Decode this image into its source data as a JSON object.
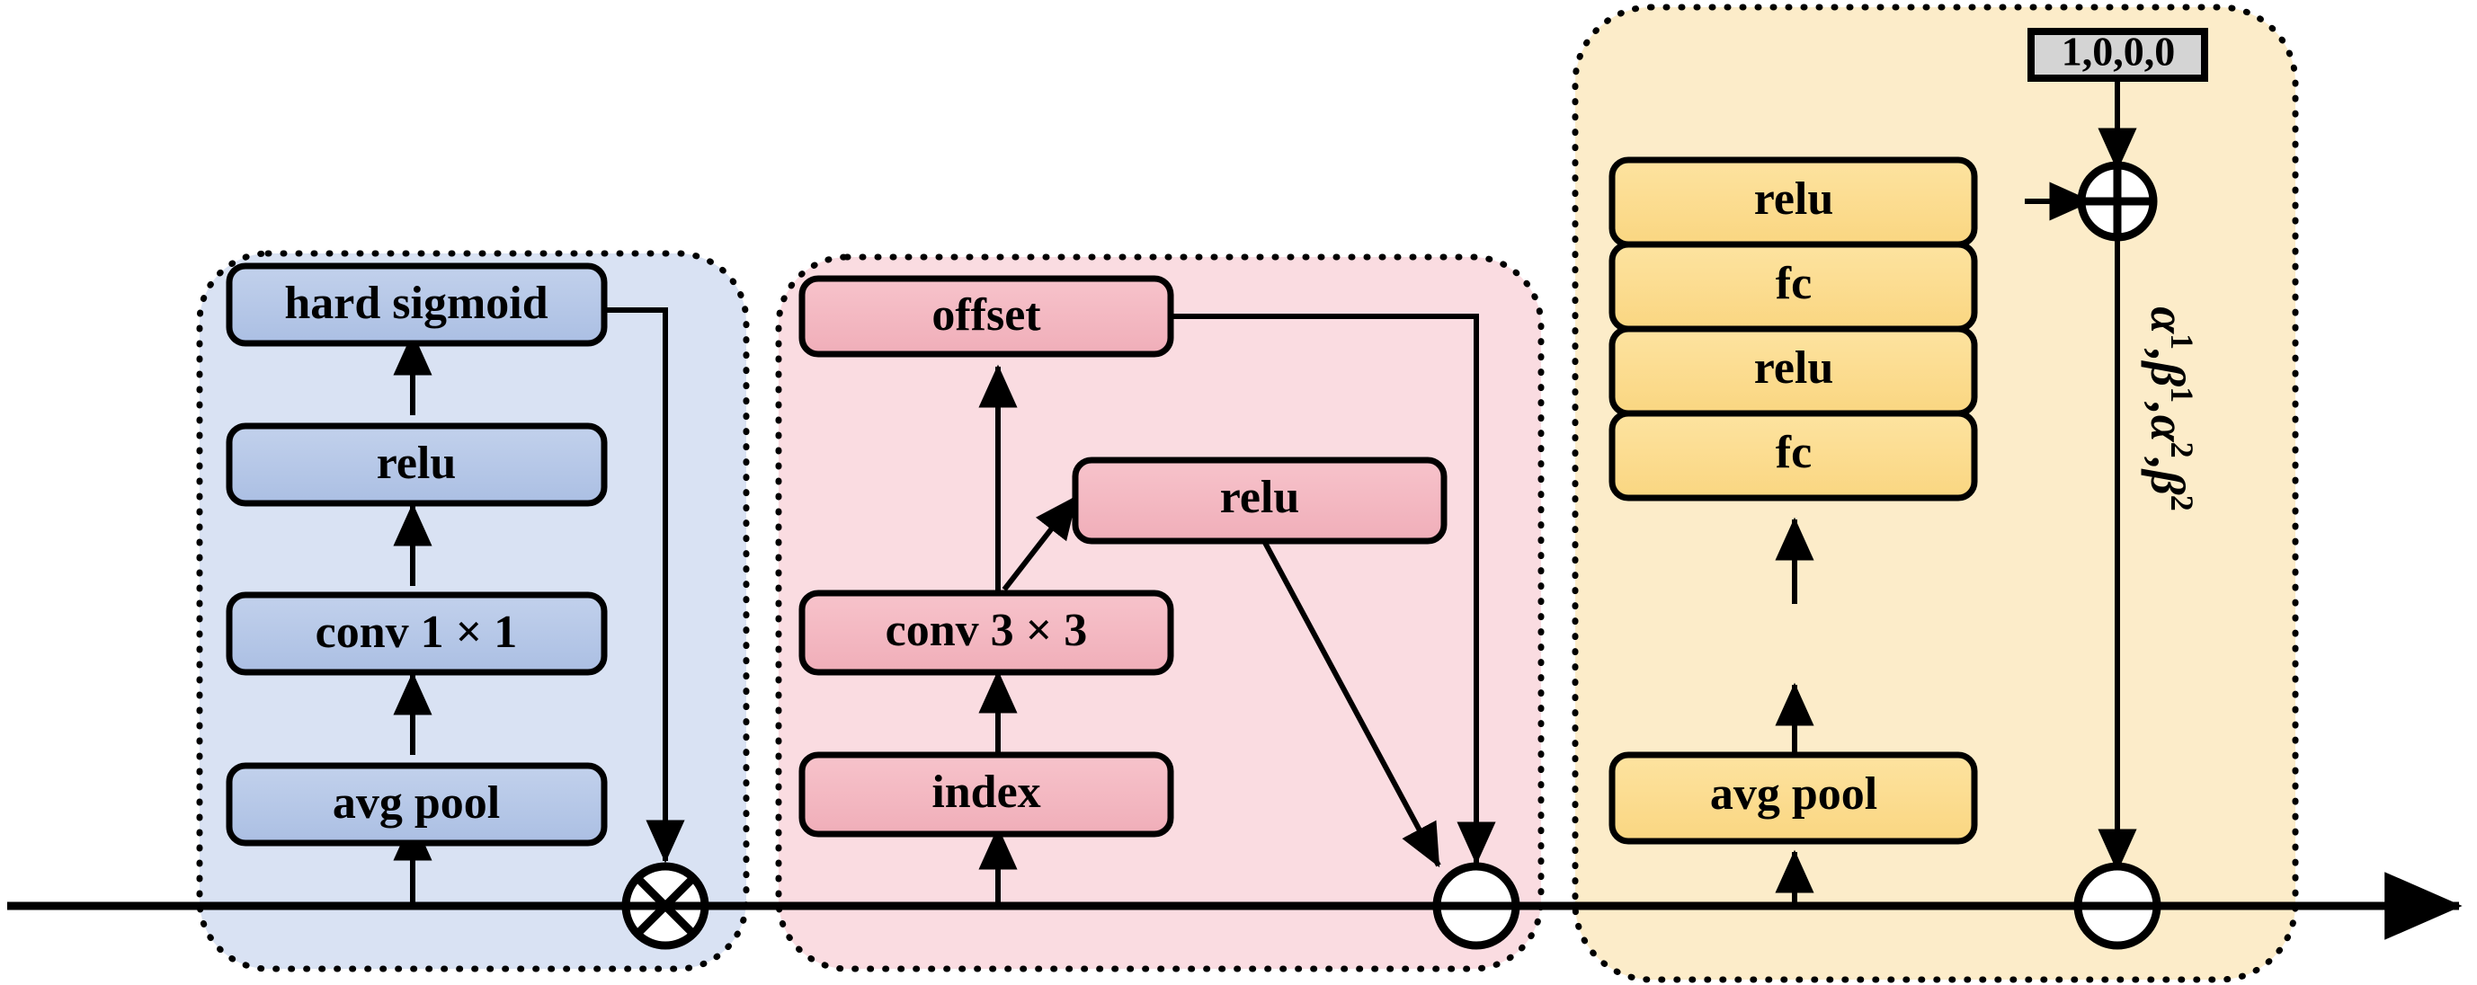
{
  "diagram": {
    "title": "Attention / dynamic-convolution module block diagram",
    "backbone": {
      "name": "main-feature-path",
      "stroke": "#000000"
    },
    "groups": [
      {
        "id": "se-attention",
        "container_fill": "#d9e2f3",
        "container_border": "#000000",
        "node_fill": "#b4c7e7",
        "node_border": "#000000",
        "nodes": [
          {
            "id": "avg-pool",
            "label": "avg pool"
          },
          {
            "id": "conv-1x1",
            "label": "conv 1 × 1"
          },
          {
            "id": "relu",
            "label": "relu"
          },
          {
            "id": "hard-sigmoid",
            "label": "hard sigmoid"
          }
        ],
        "operator": {
          "id": "multiply",
          "symbol": "multiply",
          "glyph": "⊗"
        }
      },
      {
        "id": "offset-branch",
        "container_fill": "#fadce1",
        "container_border": "#000000",
        "node_fill": "#f4b9c2",
        "node_border": "#000000",
        "nodes": [
          {
            "id": "index",
            "label": "index"
          },
          {
            "id": "conv-3x3",
            "label": "conv 3 × 3"
          },
          {
            "id": "offset",
            "label": "offset"
          },
          {
            "id": "relu",
            "label": "relu"
          }
        ],
        "operator": {
          "id": "join",
          "symbol": "join",
          "glyph": ""
        }
      },
      {
        "id": "dynamic-relu",
        "container_fill": "#fcecc9",
        "container_border": "#000000",
        "node_fill": "#fbdd8b",
        "node_border": "#000000",
        "nodes": [
          {
            "id": "avg-pool",
            "label": "avg pool"
          },
          {
            "id": "fc-1",
            "label": "fc"
          },
          {
            "id": "relu-1",
            "label": "relu"
          },
          {
            "id": "fc-2",
            "label": "fc"
          },
          {
            "id": "relu-2",
            "label": "relu"
          }
        ],
        "constant": {
          "id": "init-constant",
          "label": "1,0,0,0",
          "fill": "#d4d4d4",
          "border": "#000000"
        },
        "operators": [
          {
            "id": "add",
            "symbol": "add",
            "glyph": "⊕"
          },
          {
            "id": "apply",
            "symbol": "join",
            "glyph": ""
          }
        ],
        "parameter_annotation": {
          "id": "dyrelu-params",
          "parts": [
            {
              "base": "α",
              "sup": "1"
            },
            {
              "sep": ","
            },
            {
              "base": "β",
              "sup": "1"
            },
            {
              "sep": ","
            },
            {
              "base": "α",
              "sup": "2"
            },
            {
              "sep": ","
            },
            {
              "base": "β",
              "sup": "2"
            }
          ],
          "plain": "α1,β1,α2,β2",
          "rotation_deg": 90
        }
      }
    ]
  }
}
